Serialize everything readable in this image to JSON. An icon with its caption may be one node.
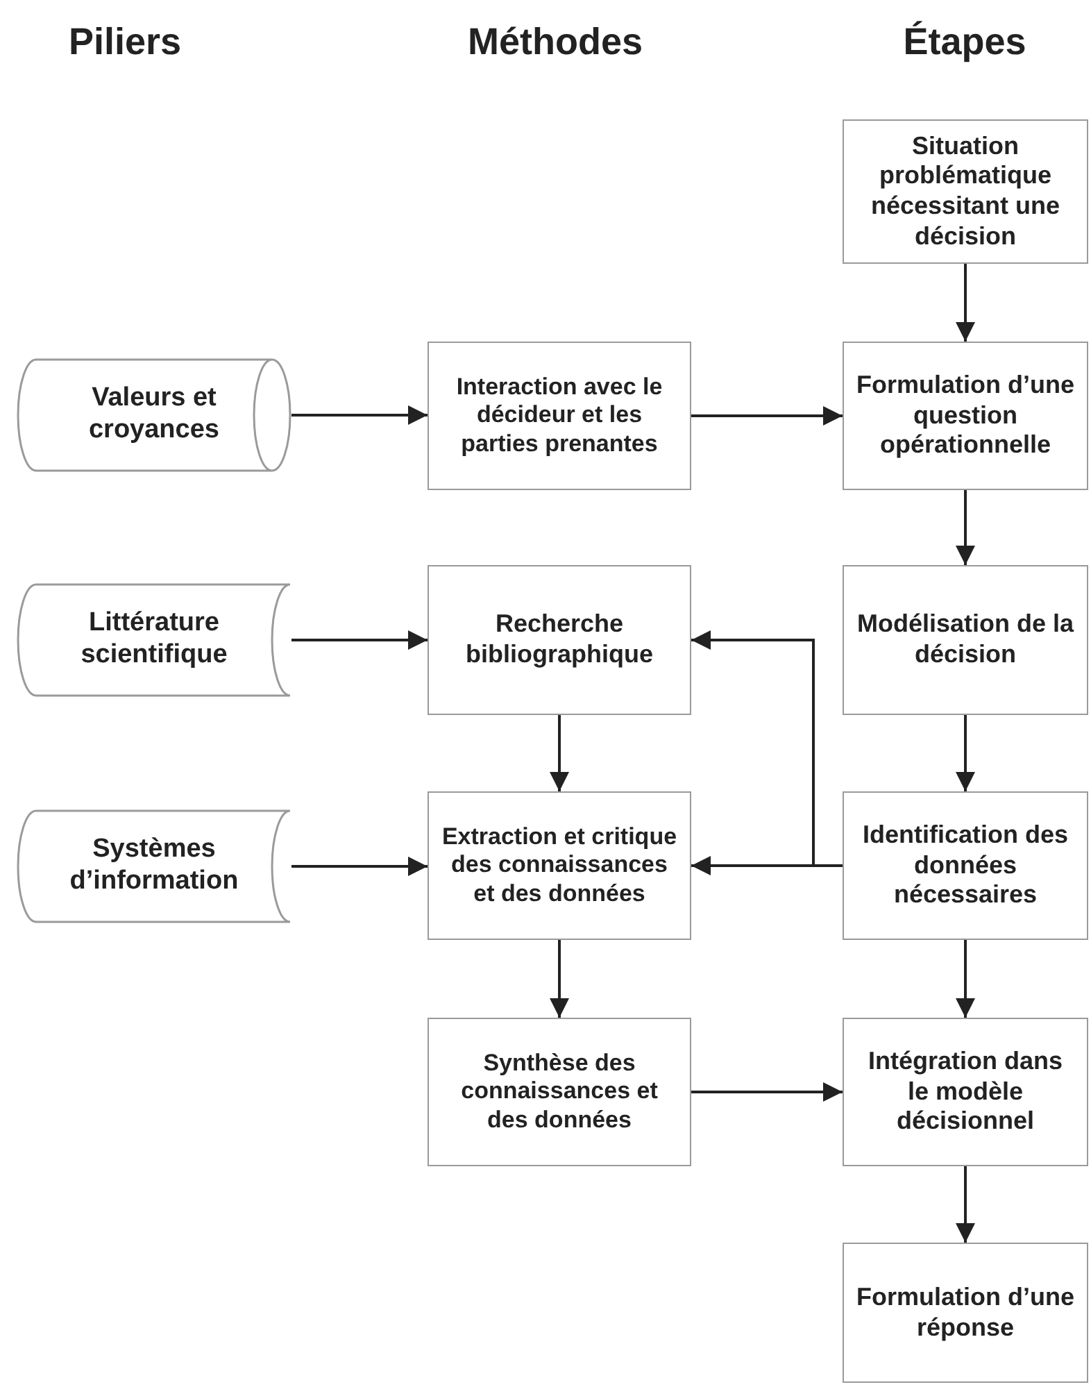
{
  "diagram": {
    "nodes": [
      {
        "text": [
          "Situation problématique nécessitant une décision"
        ]
      },
      {
        "text": [
          "Valeurs et croyances"
        ]
      },
      {
        "text": [
          "Interaction avec le décideur et les parties prenantes"
        ]
      },
      {
        "text": [
          "Formulation d’une question opérationnelle"
        ]
      },
      {
        "text": [
          "Littérature scientifique"
        ]
      },
      {
        "text": [
          "Recherche bibliographique"
        ]
      },
      {
        "text": [
          "Modélisation de la décision"
        ]
      },
      {
        "text": [
          "Systèmes d’information"
        ]
      },
      {
        "text": [
          "Extraction et critique des connaissances et des données"
        ]
      },
      {
        "text": [
          "Identification des données nécessaires"
        ]
      },
      {
        "text": [
          "Synthèse des connaissances et des données"
        ]
      },
      {
        "text": [
          "Intégration dans le modèle décisionnel"
        ]
      },
      {
        "text": [
          "Formulation d’une réponse"
        ]
      }
    ],
    "edges": [
      {
        "from": 0,
        "to": 3,
        "arrow": "to"
      },
      {
        "from": 1,
        "to": 2,
        "arrow": "to"
      },
      {
        "from": 2,
        "to": 3,
        "arrow": "to"
      },
      {
        "from": 3,
        "to": 6,
        "arrow": "to"
      },
      {
        "from": 6,
        "to": 9,
        "arrow": "to"
      },
      {
        "from": 4,
        "to": 5,
        "arrow": "to"
      },
      {
        "from": 9,
        "to": 5,
        "arrow": "to"
      },
      {
        "from": 9,
        "to": 8,
        "arrow": "to"
      },
      {
        "from": 7,
        "to": 8,
        "arrow": "to"
      },
      {
        "from": 5,
        "to": 8,
        "arrow": "to"
      },
      {
        "from": 8,
        "to": 10,
        "arrow": "to"
      },
      {
        "from": 10,
        "to": 11,
        "arrow": "to"
      },
      {
        "from": 9,
        "to": 11,
        "arrow": "to"
      },
      {
        "from": 11,
        "to": 12,
        "arrow": "to"
      }
    ],
    "labels": [
      "Piliers",
      "Méthodes",
      "Étapes"
    ]
  }
}
